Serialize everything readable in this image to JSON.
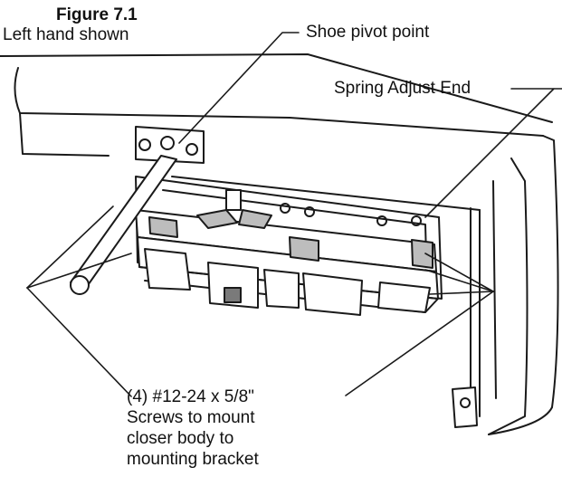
{
  "figure": {
    "title": "Figure 7.1",
    "subtitle": "Left hand shown"
  },
  "callouts": {
    "shoe_pivot": "Shoe pivot point",
    "spring_adjust": "Spring Adjust End",
    "screws": [
      "(4) #12-24 x 5/8\"",
      "Screws to mount",
      "closer body to",
      "mounting bracket"
    ]
  },
  "colors": {
    "line": "#1a1a1a",
    "fill": "#ffffff",
    "shade": "#bdbdbd",
    "dark_shade": "#7a7a7a"
  }
}
